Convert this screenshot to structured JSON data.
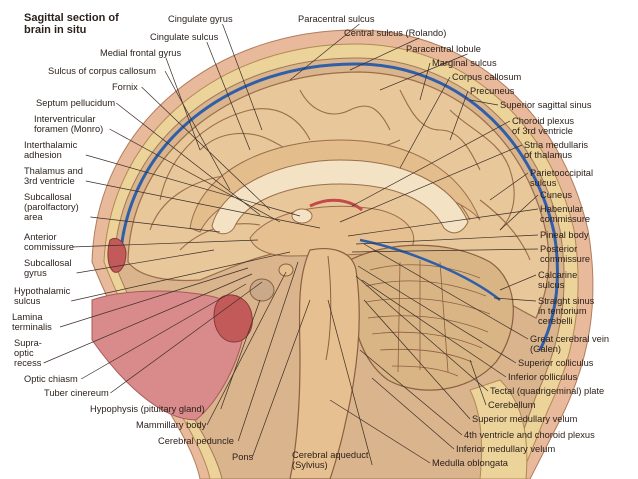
{
  "title": "Sagittal section of\nbrain in situ",
  "colors": {
    "skin": "#e8b99a",
    "bone": "#ecd39a",
    "dura": "#d9b48c",
    "sinus": "#2f5fa8",
    "cortex": "#e8c79a",
    "cortex_line": "#9a6e4a",
    "cerebellum": "#d9b585",
    "nasal": "#d98a8a",
    "leader": "#3a2d26"
  },
  "labels": [
    {
      "id": "cingulate-gyrus",
      "text": "Cingulate gyrus"
    },
    {
      "id": "cingulate-sulcus",
      "text": "Cingulate sulcus"
    },
    {
      "id": "medial-frontal-gyrus",
      "text": "Medial frontal gyrus"
    },
    {
      "id": "sulcus-of-corpus-callosum",
      "text": "Sulcus of corpus callosum"
    },
    {
      "id": "fornix",
      "text": "Fornix"
    },
    {
      "id": "septum-pellucidum",
      "text": "Septum pellucidum"
    },
    {
      "id": "interventricular-foramen",
      "text": "Interventricular\nforamen (Monro)"
    },
    {
      "id": "interthalamic-adhesion",
      "text": "Interthalamic\nadhesion"
    },
    {
      "id": "thalamus-3rd-ventricle",
      "text": "Thalamus and\n3rd ventricle"
    },
    {
      "id": "subcallosal-area",
      "text": "Subcallosal\n(parolfactory)\narea"
    },
    {
      "id": "anterior-commissure",
      "text": "Anterior\ncommissure"
    },
    {
      "id": "subcallosal-gyrus",
      "text": "Subcallosal\ngyrus"
    },
    {
      "id": "hypothalamic-sulcus",
      "text": "Hypothalamic\nsulcus"
    },
    {
      "id": "lamina-terminalis",
      "text": "Lamina\nterminalis"
    },
    {
      "id": "supraoptic-recess",
      "text": "Supra-\noptic\nrecess"
    },
    {
      "id": "optic-chiasm",
      "text": "Optic chiasm"
    },
    {
      "id": "tuber-cinereum",
      "text": "Tuber cinereum"
    },
    {
      "id": "hypophysis",
      "text": "Hypophysis (pituitary gland)"
    },
    {
      "id": "mammillary-body",
      "text": "Mammillary body"
    },
    {
      "id": "cerebral-peduncle",
      "text": "Cerebral peduncle"
    },
    {
      "id": "pons",
      "text": "Pons"
    },
    {
      "id": "cerebral-aqueduct",
      "text": "Cerebral aqueduct\n(Sylvius)"
    },
    {
      "id": "medulla-oblongata",
      "text": "Medulla oblongata"
    },
    {
      "id": "inferior-medullary-velum",
      "text": "Inferior medullary velum"
    },
    {
      "id": "fourth-ventricle",
      "text": "4th ventricle and choroid plexus"
    },
    {
      "id": "superior-medullary-velum",
      "text": "Superior medullary velum"
    },
    {
      "id": "cerebellum",
      "text": "Cerebellum"
    },
    {
      "id": "tectal-plate",
      "text": "Tectal (quadrigeminal) plate"
    },
    {
      "id": "inferior-colliculus",
      "text": "Inferior colliculus"
    },
    {
      "id": "superior-colliculus",
      "text": "Superior colliculus"
    },
    {
      "id": "great-cerebral-vein",
      "text": "Great cerebral vein\n(Galen)"
    },
    {
      "id": "straight-sinus",
      "text": "Straight sinus\nin tentorium\ncerebelli"
    },
    {
      "id": "calcarine-sulcus",
      "text": "Calcarine\nsulcus"
    },
    {
      "id": "posterior-commissure",
      "text": "Posterior\ncommissure"
    },
    {
      "id": "pineal-body",
      "text": "Pineal body"
    },
    {
      "id": "habenular-commissure",
      "text": "Habenular\ncommissure"
    },
    {
      "id": "cuneus",
      "text": "Cuneus"
    },
    {
      "id": "parietooccipital-sulcus",
      "text": "Parietooccipital\nsulcus"
    },
    {
      "id": "stria-medullaris",
      "text": "Stria medullaris\nof thalamus"
    },
    {
      "id": "choroid-plexus",
      "text": "Choroid plexus\nof 3rd ventricle"
    },
    {
      "id": "superior-sagittal-sinus",
      "text": "Superior sagittal sinus"
    },
    {
      "id": "precuneus",
      "text": "Precuneus"
    },
    {
      "id": "corpus-callosum",
      "text": "Corpus callosum"
    },
    {
      "id": "marginal-sulcus",
      "text": "Marginal sulcus"
    },
    {
      "id": "paracentral-lobule",
      "text": "Paracentral lobule"
    },
    {
      "id": "central-sulcus",
      "text": "Central sulcus (Rolando)"
    },
    {
      "id": "paracentral-sulcus",
      "text": "Paracentral sulcus"
    }
  ]
}
